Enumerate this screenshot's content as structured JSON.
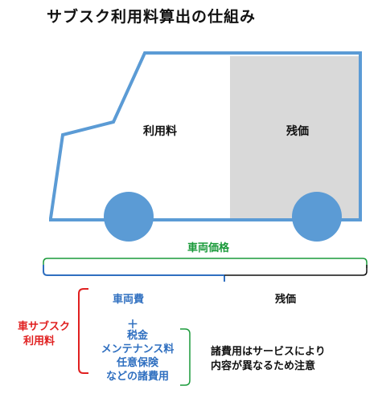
{
  "title": "サブスク利用料算出の仕組み",
  "car": {
    "usage_fee_label": "利用料",
    "residual_label": "残価"
  },
  "brackets": {
    "vehicle_price_label": "車両価格",
    "vehicle_cost_label": "車両費",
    "residual_label": "残価"
  },
  "subscription_fee": {
    "line1": "車サブスク",
    "line2": "利用料"
  },
  "plus": "＋",
  "extra_costs": [
    "税金",
    "メンテナンス料",
    "任意保険",
    "などの諸費用"
  ],
  "note": {
    "line1": "諸費用はサービスにより",
    "line2": "内容が異なるため注意"
  },
  "colors": {
    "car_outline": "#5b9bd5",
    "wheel": "#5b9bd5",
    "residual_fill": "#d9d9d9",
    "green": "#1a9a3a",
    "blue": "#2f6fc0",
    "red": "#e02020",
    "black": "#111111"
  }
}
